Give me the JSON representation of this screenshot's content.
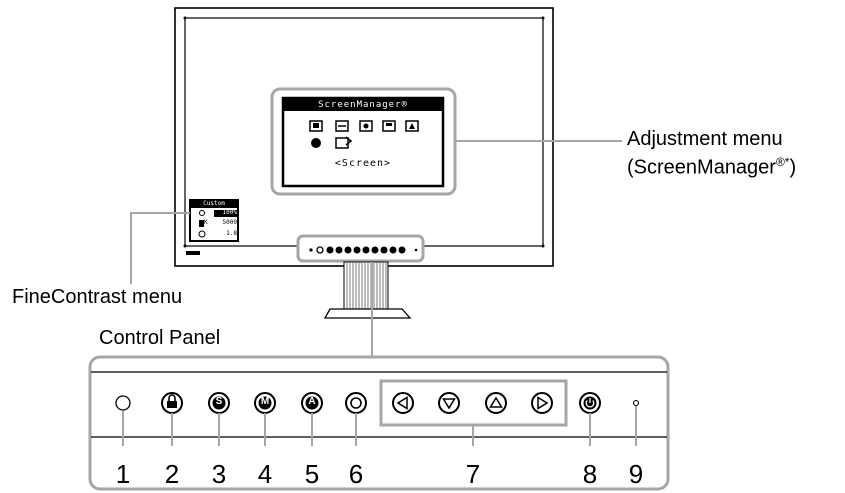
{
  "callouts": {
    "adjustment_menu": "Adjustment menu",
    "adjustment_menu_sub_prefix": "(ScreenManager",
    "adjustment_menu_sub_sup": "®*",
    "adjustment_menu_sub_suffix": ")",
    "finecontrast_menu": "FineContrast menu",
    "control_panel": "Control Panel"
  },
  "screen_menu": {
    "title": "ScreenManager®",
    "selection": "<Screen>"
  },
  "finecontrast_osd": {
    "title": "Custom",
    "brightness": "100%",
    "temperature_label": "K",
    "temperature": "5000",
    "gamma": "1.8"
  },
  "buttons": [
    {
      "number": "1",
      "symbol": ""
    },
    {
      "number": "2",
      "symbol": "🔒"
    },
    {
      "number": "3",
      "symbol": "S"
    },
    {
      "number": "4",
      "symbol": "M"
    },
    {
      "number": "5",
      "symbol": "A"
    },
    {
      "number": "6",
      "symbol": ""
    },
    {
      "number": "7",
      "symbol": "◁ ▽ △ ▷"
    },
    {
      "number": "8",
      "symbol": "⏻"
    },
    {
      "number": "9",
      "symbol": ""
    }
  ]
}
